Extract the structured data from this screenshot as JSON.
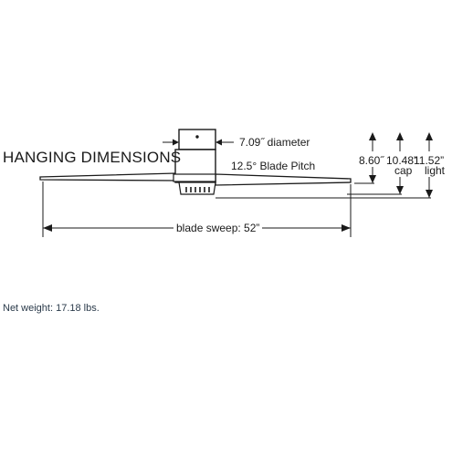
{
  "title": "HANGING DIMENSIONS",
  "labels": {
    "diameter": "7.09˝ diameter",
    "blade_pitch": "12.5° Blade Pitch",
    "blade_sweep": "blade sweep: 52”",
    "height_1": "8.60˝",
    "height_2": "10.48”",
    "height_2_sub": "cap",
    "height_3": "11.52”",
    "height_3_sub": "light"
  },
  "net_weight": "Net weight: 17.18 lbs.",
  "colors": {
    "line": "#1a1a1a",
    "fill": "#ffffff",
    "note_text": "#2a3a4a"
  }
}
